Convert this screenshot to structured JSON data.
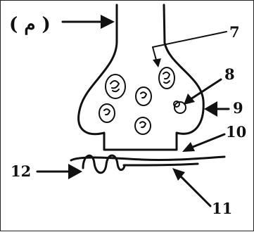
{
  "figure": {
    "title_label": "( م )",
    "labels": {
      "l7": "7",
      "l8": "8",
      "l9": "9",
      "l10": "10",
      "l11": "11",
      "l12": "12"
    }
  }
}
